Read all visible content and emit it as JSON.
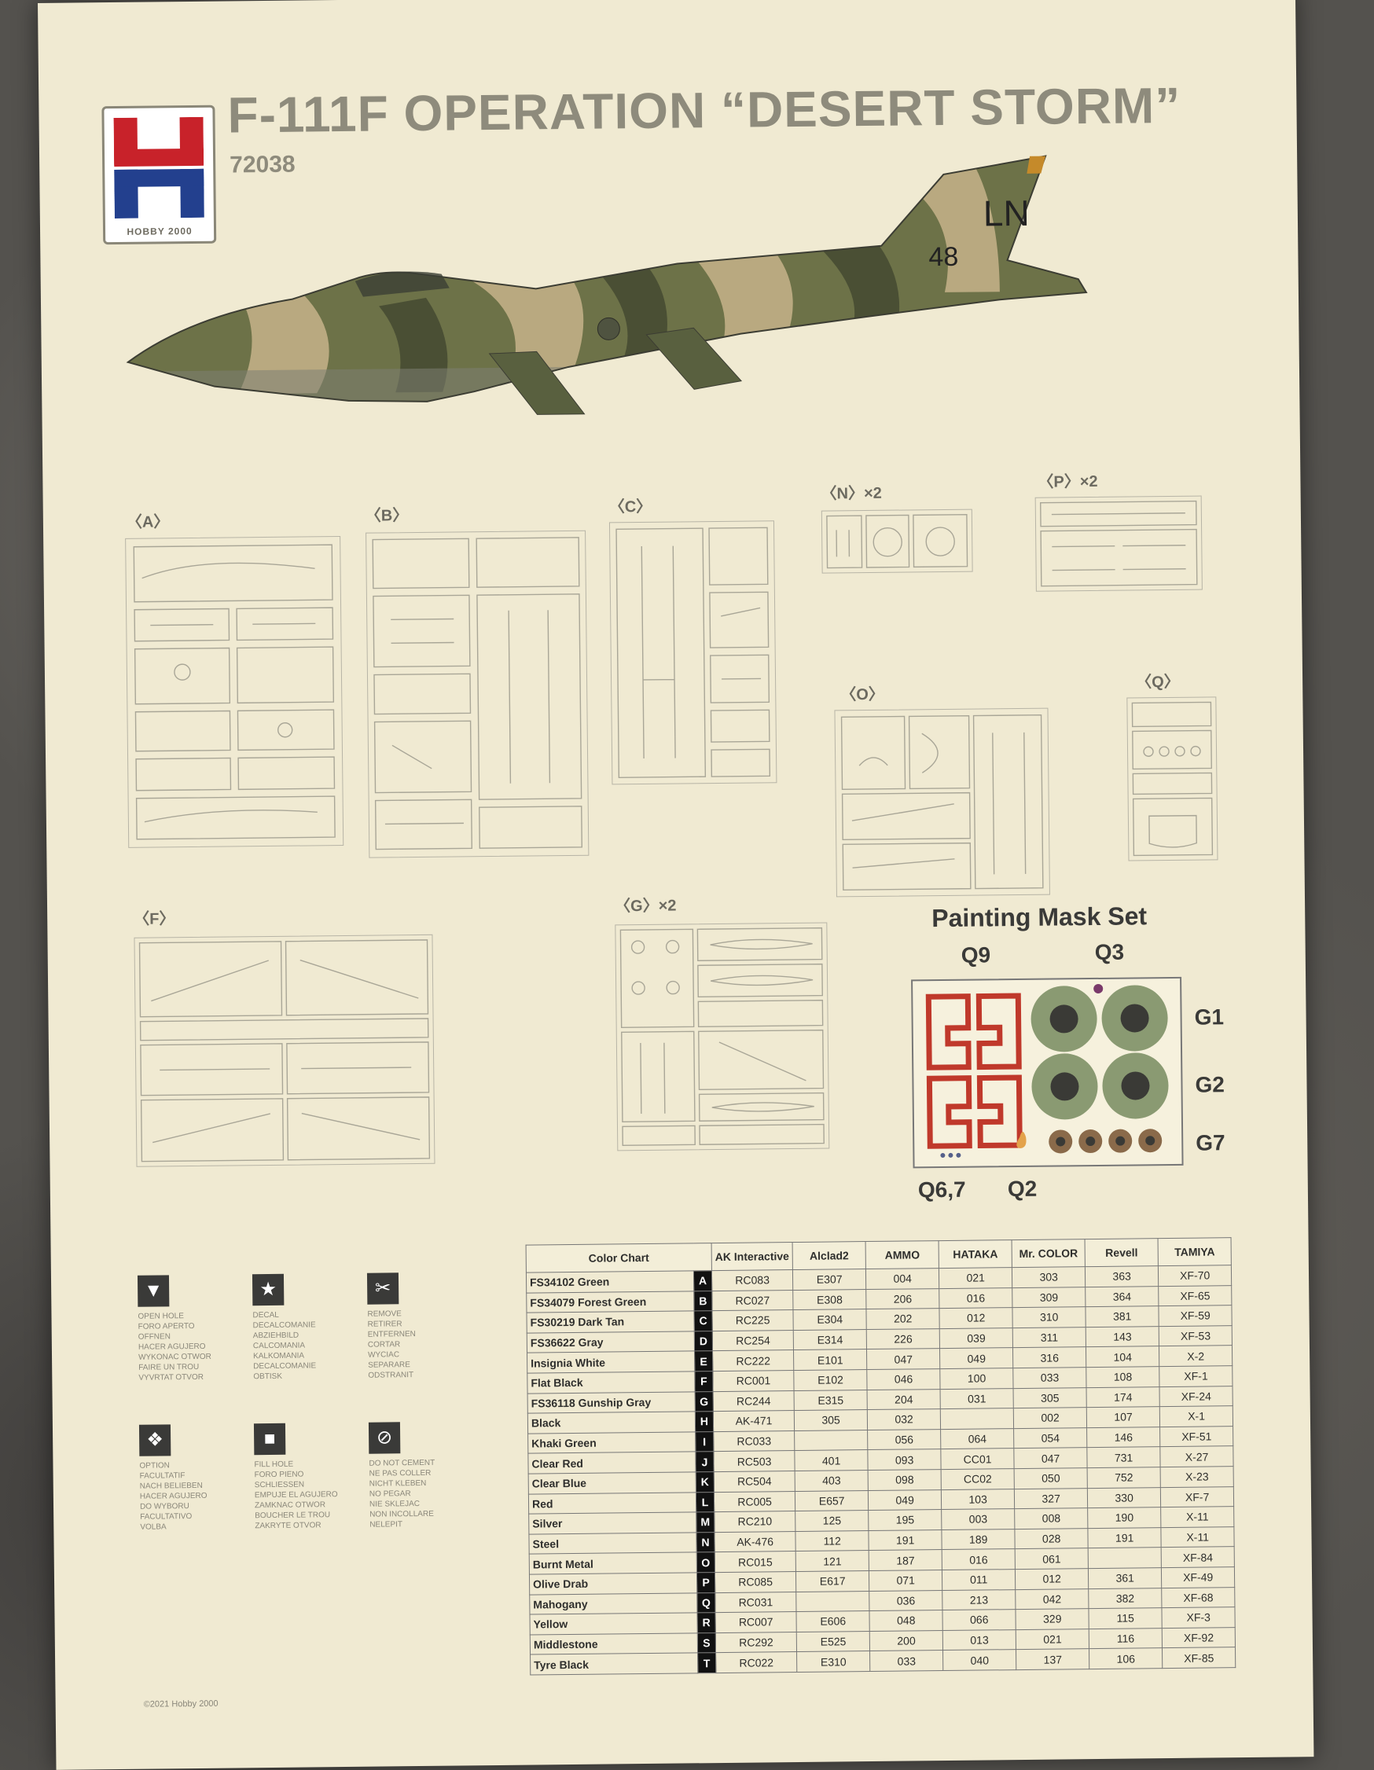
{
  "header": {
    "title": "F-111F OPERATION “DESERT STORM”",
    "code": "72038",
    "logo_letter": "H",
    "logo_brand": "HOBBY 2000"
  },
  "aircraft": {
    "tail_code": "LN",
    "tail_number": "48"
  },
  "sprues": {
    "A": "〈A〉",
    "B": "〈B〉",
    "C": "〈C〉",
    "N": "〈N〉×2",
    "P": "〈P〉×2",
    "O": "〈O〉",
    "Q": "〈Q〉",
    "F": "〈F〉",
    "G": "〈G〉×2"
  },
  "mask": {
    "title": "Painting Mask Set",
    "labels": {
      "q9": "Q9",
      "q3": "Q3",
      "g1": "G1",
      "g2": "G2",
      "g7": "G7",
      "q67": "Q6,7",
      "q2": "Q2"
    }
  },
  "legend": [
    {
      "icon": "drill-icon",
      "glyph": "▼",
      "text": "OPEN HOLE\nFORO APERTO\nOFFNEN\nHACER AGUJERO\nWYKONAC OTWOR\nFAIRE UN TROU\nVYVRTAT OTVOR"
    },
    {
      "icon": "star-icon",
      "glyph": "★",
      "text": "DECAL\nDECALCOMANIE\nABZIEHBILD\nCALCOMANIA\nKALKOMANIA\nDECALCOMANIE\nOBTISK"
    },
    {
      "icon": "knife-icon",
      "glyph": "✂",
      "text": "REMOVE\nRETIRER\nENTFERNEN\nCORTAR\nWYCIAC\nSEPARARE\nODSTRANIT"
    },
    {
      "icon": "option-icon",
      "glyph": "❖",
      "text": "OPTION\nFACULTATIF\nNACH BELIEBEN\nHACER AGUJERO\nDO WYBORU\nFACULTATIVO\nVOLBA"
    },
    {
      "icon": "fill-hole-icon",
      "glyph": "■",
      "text": "FILL HOLE\nFORO PIENO\nSCHLIESSEN\nEMPUJE EL AGUJERO\nZAMKNAC OTWOR\nBOUCHER LE TROU\nZAKRYTE OTVOR"
    },
    {
      "icon": "no-cement-icon",
      "glyph": "⊘",
      "text": "DO NOT CEMENT\nNE PAS COLLER\nNICHT KLEBEN\nNO PEGAR\nNIE SKLEJAC\nNON INCOLLARE\nNELEPIT"
    }
  ],
  "color_chart": {
    "headers": [
      "Color Chart",
      "AK Interactive",
      "Alclad2",
      "AMMO",
      "HATAKA",
      "Mr. COLOR",
      "Revell",
      "TAMIYA"
    ],
    "rows": [
      {
        "name": "FS34102 Green",
        "letter": "A",
        "vals": [
          "RC083",
          "E307",
          "004",
          "021",
          "303",
          "363",
          "XF-70"
        ]
      },
      {
        "name": "FS34079 Forest Green",
        "letter": "B",
        "vals": [
          "RC027",
          "E308",
          "206",
          "016",
          "309",
          "364",
          "XF-65"
        ]
      },
      {
        "name": "FS30219 Dark Tan",
        "letter": "C",
        "vals": [
          "RC225",
          "E304",
          "202",
          "012",
          "310",
          "381",
          "XF-59"
        ]
      },
      {
        "name": "FS36622 Gray",
        "letter": "D",
        "vals": [
          "RC254",
          "E314",
          "226",
          "039",
          "311",
          "143",
          "XF-53"
        ]
      },
      {
        "name": "Insignia White",
        "letter": "E",
        "vals": [
          "RC222",
          "E101",
          "047",
          "049",
          "316",
          "104",
          "X-2"
        ]
      },
      {
        "name": "Flat Black",
        "letter": "F",
        "vals": [
          "RC001",
          "E102",
          "046",
          "100",
          "033",
          "108",
          "XF-1"
        ]
      },
      {
        "name": "FS36118 Gunship Gray",
        "letter": "G",
        "vals": [
          "RC244",
          "E315",
          "204",
          "031",
          "305",
          "174",
          "XF-24"
        ]
      },
      {
        "name": "Black",
        "letter": "H",
        "vals": [
          "AK-471",
          "305",
          "032",
          "",
          "002",
          "107",
          "X-1"
        ]
      },
      {
        "name": "Khaki Green",
        "letter": "I",
        "vals": [
          "RC033",
          "",
          "056",
          "064",
          "054",
          "146",
          "XF-51"
        ]
      },
      {
        "name": "Clear Red",
        "letter": "J",
        "vals": [
          "RC503",
          "401",
          "093",
          "CC01",
          "047",
          "731",
          "X-27"
        ]
      },
      {
        "name": "Clear Blue",
        "letter": "K",
        "vals": [
          "RC504",
          "403",
          "098",
          "CC02",
          "050",
          "752",
          "X-23"
        ]
      },
      {
        "name": "Red",
        "letter": "L",
        "vals": [
          "RC005",
          "E657",
          "049",
          "103",
          "327",
          "330",
          "XF-7"
        ]
      },
      {
        "name": "Silver",
        "letter": "M",
        "vals": [
          "RC210",
          "125",
          "195",
          "003",
          "008",
          "190",
          "X-11"
        ]
      },
      {
        "name": "Steel",
        "letter": "N",
        "vals": [
          "AK-476",
          "112",
          "191",
          "189",
          "028",
          "191",
          "X-11"
        ]
      },
      {
        "name": "Burnt Metal",
        "letter": "O",
        "vals": [
          "RC015",
          "121",
          "187",
          "016",
          "061",
          "",
          "XF-84"
        ]
      },
      {
        "name": "Olive Drab",
        "letter": "P",
        "vals": [
          "RC085",
          "E617",
          "071",
          "011",
          "012",
          "361",
          "XF-49"
        ]
      },
      {
        "name": "Mahogany",
        "letter": "Q",
        "vals": [
          "RC031",
          "",
          "036",
          "213",
          "042",
          "382",
          "XF-68"
        ]
      },
      {
        "name": "Yellow",
        "letter": "R",
        "vals": [
          "RC007",
          "E606",
          "048",
          "066",
          "329",
          "115",
          "XF-3"
        ]
      },
      {
        "name": "Middlestone",
        "letter": "S",
        "vals": [
          "RC292",
          "E525",
          "200",
          "013",
          "021",
          "116",
          "XF-92"
        ]
      },
      {
        "name": "Tyre Black",
        "letter": "T",
        "vals": [
          "RC022",
          "E310",
          "033",
          "040",
          "137",
          "106",
          "XF-85"
        ]
      }
    ]
  },
  "copyright": "©2021 Hobby 2000",
  "colors": {
    "paper": "#f0ead2",
    "logo_red": "#c8222a",
    "logo_blue": "#23408e",
    "mask_red": "#c0392b",
    "mask_green": "#8a9a72"
  }
}
